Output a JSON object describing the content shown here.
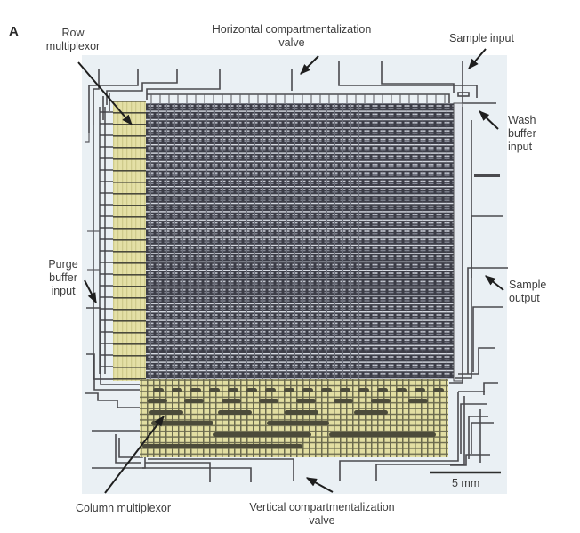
{
  "figure": {
    "panel_letter": "A",
    "scale_bar_label": "5 mm",
    "colors": {
      "chip_background": "#eaf0f4",
      "multiplexor_highlight": "#e6e2a8",
      "channel_lines": "#4a4a4e",
      "array_fill": "#3e3f48",
      "label_text": "#3c3c3c"
    }
  },
  "labels": {
    "row_multiplexor": [
      "Row",
      "multiplexor"
    ],
    "horizontal_valve": [
      "Horizontal compartmentalization",
      "valve"
    ],
    "sample_input": "Sample input",
    "wash_buffer_input": [
      "Wash",
      "buffer",
      "input"
    ],
    "purge_buffer_input": [
      "Purge",
      "buffer",
      "input"
    ],
    "sample_output": [
      "Sample",
      "output"
    ],
    "column_multiplexor": "Column multiplexor",
    "vertical_valve": [
      "Vertical compartmentalization",
      "valve"
    ]
  }
}
